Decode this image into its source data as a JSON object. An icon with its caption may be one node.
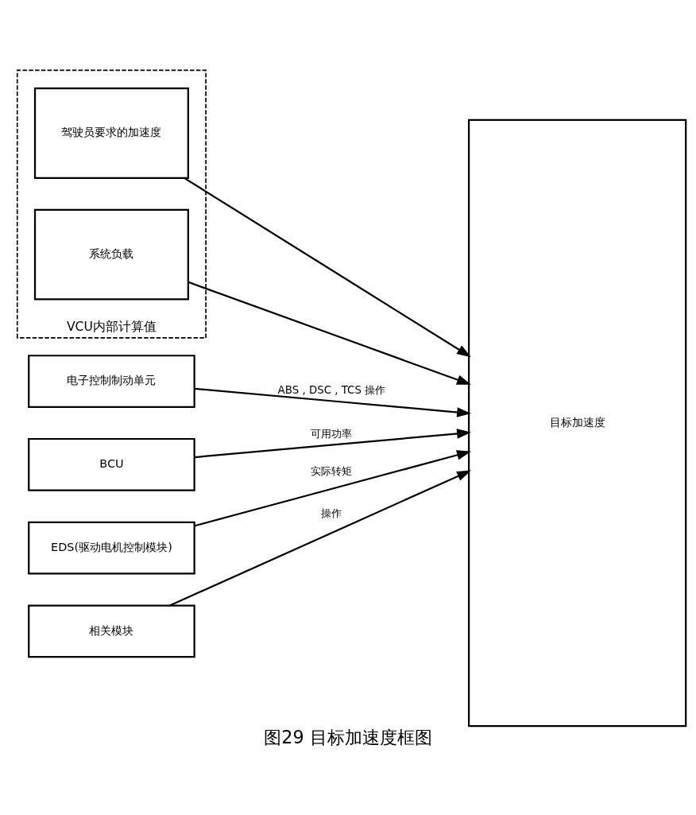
{
  "diagram": {
    "caption": "图29 目标加速度框图",
    "nodes": [
      {
        "text": [
          "VCU内部计算值"
        ]
      },
      {
        "text": [
          "驾驶员要求的加速度"
        ],
        "in": 0
      },
      {
        "text": [
          "系统负载"
        ],
        "in": 0
      },
      {
        "text": [
          "目标加速度"
        ]
      },
      {
        "text": [
          "电子控制制动单元"
        ]
      },
      {
        "text": [
          "BCU"
        ]
      },
      {
        "text": [
          "EDS(驱动电机控制模块)"
        ]
      },
      {
        "text": [
          "相关模块"
        ]
      }
    ],
    "edges": [
      {
        "from": 1,
        "to": 3,
        "arrow": "to"
      },
      {
        "from": 2,
        "to": 3,
        "arrow": "to"
      },
      {
        "from": 4,
        "to": 3,
        "arrow": "to",
        "label": "ABS , DSC , TCS 操作"
      },
      {
        "from": 5,
        "to": 3,
        "arrow": "to",
        "label": "可用功率"
      },
      {
        "from": 6,
        "to": 3,
        "arrow": "to",
        "label": "实际转矩"
      },
      {
        "from": 7,
        "to": 3,
        "arrow": "to",
        "label": "操作"
      }
    ]
  }
}
